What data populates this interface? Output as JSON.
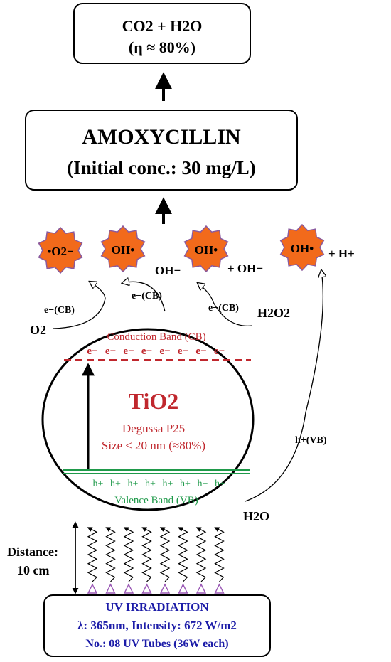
{
  "products": {
    "formula": "CO2 + H2O",
    "efficiency": "(η ≈ 80%)"
  },
  "pollutant": {
    "name": "AMOXYCILLIN",
    "concentration": "(Initial conc.: 30 mg/L)"
  },
  "radicals": {
    "superoxide": "•O2−",
    "hydroxyl": "OH•",
    "hydroxyl_ion": "OH−",
    "plus_hydroxyl_ion": "+ OH−",
    "plus_proton": "+ H+"
  },
  "reactants": {
    "oxygen": "O2",
    "peroxide": "H2O2",
    "water": "H2O"
  },
  "carriers": {
    "electron_cb": "e−(CB)",
    "hole_vb": "h+(VB)",
    "electron": "e−",
    "hole": "h+",
    "electron_count": 8,
    "hole_count": 8
  },
  "catalyst": {
    "cb_label": "Conduction Band (CB)",
    "name": "TiO2",
    "type": "Degussa P25",
    "size": "Size ≤ 20 nm (≈80%)",
    "vb_label": "Valence Band (VB)"
  },
  "irradiation": {
    "distance_label": "Distance:",
    "distance_value": "10 cm",
    "title": "UV IRRADIATION",
    "spec": "λ: 365nm, Intensity: 672 W/m2",
    "tubes": "No.: 08 UV Tubes (36W each)",
    "tube_count": 8
  },
  "colors": {
    "radical_fill": "#f26a1b",
    "radical_stroke": "#8a5a9e",
    "cb_red": "#c0272d",
    "vb_green": "#1f9a4a",
    "uv_blue": "#1c1ca8",
    "uv_triangle": "#9b59b6"
  }
}
